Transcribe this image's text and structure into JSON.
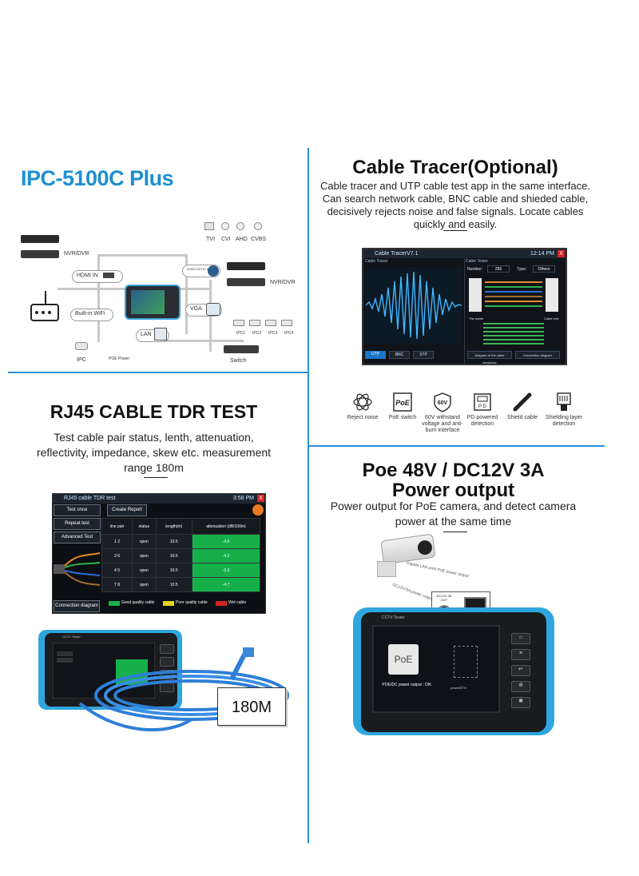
{
  "left_top": {
    "title": "IPC-5100C Plus",
    "nodes": {
      "nvr_dvr_left": "NVR/DVR",
      "hdmi_in": "HDMI IN",
      "builtin_wifi": "Built-in WiFi",
      "lan": "LAN",
      "ipc": "IPC",
      "poe_power": "POE Power",
      "switch": "Switch",
      "vga": "VGA",
      "nvr_dvr_right": "NVR/DVR",
      "analog_pill": "AHD/CVI/TVI In",
      "cam_types": [
        "TVI",
        "CVI",
        "AHD",
        "CVBS"
      ],
      "ipc_list": [
        "IPC1",
        "IPC2",
        "IPC3",
        "IPC4"
      ]
    }
  },
  "right_top": {
    "title": "Cable Tracer(Optional)",
    "desc_lines": [
      "Cable tracer and UTP cable test app in the same interface.",
      "Can search network cable, BNC cable and shieded cable,",
      "decisively rejects noise and false signals. Locate cables",
      "quickly and easily."
    ],
    "screen": {
      "title": "Cable TracerV7.1",
      "time": "12:14 PM",
      "close": "X",
      "panel_left": "Cable Tracer",
      "panel_right": "Cable Tester",
      "number_label": "Number:",
      "number_value": "255",
      "type_label": "Type:",
      "type_value": "Others",
      "the_meter": "The meter",
      "cable_end": "Cable end",
      "buttons": [
        "UTP",
        "BNC",
        "STP",
        "Diagram of the cable sequence",
        "Connection diagram"
      ]
    },
    "features": [
      {
        "icon": "reject-noise-icon",
        "label": "Reject noise"
      },
      {
        "icon": "poe-switch-icon",
        "label": "PoE switch"
      },
      {
        "icon": "60v-shield-icon",
        "label": "60V withstand voltage and anti-burn interface"
      },
      {
        "icon": "pd-powered-icon",
        "label": "PD powered detection"
      },
      {
        "icon": "shield-cable-icon",
        "label": "Shield cable"
      },
      {
        "icon": "shielding-layer-icon",
        "label": "Shielding layer detection"
      }
    ],
    "poe_badge": "PoE",
    "v60_badge": "60V",
    "pd_badge": "P D"
  },
  "left_bottom": {
    "title": "RJ45 CABLE TDR TEST",
    "desc_lines": [
      "Test cable pair status, lenth, attenuation,",
      "reflectivity, impedance, skew etc. measurement",
      "range 180m"
    ],
    "screen": {
      "title": "RJ45 cable TDR test",
      "time": "3:58 PM",
      "close": "X",
      "buttons": [
        "Test once",
        "Repeat test",
        "Advanced Test"
      ],
      "create_report": "Create Report",
      "connection_diagram": "Connection diagram",
      "headers": [
        "line pair",
        "status",
        "length(m)",
        "attenuation (dB/100m)"
      ],
      "rows": [
        {
          "pair": "1 2",
          "status": "open",
          "length": "10.5",
          "atten": "-4.6"
        },
        {
          "pair": "3 6",
          "status": "open",
          "length": "10.5",
          "atten": "-4.2"
        },
        {
          "pair": "4 5",
          "status": "open",
          "length": "10.5",
          "atten": "-3.3"
        },
        {
          "pair": "7 8",
          "status": "open",
          "length": "10.5",
          "atten": "-4.7"
        }
      ],
      "legend": [
        {
          "label": "Good quality cable",
          "color": "#16b04b"
        },
        {
          "label": "Poor quality cable",
          "color": "#e6d31c"
        },
        {
          "label": "Wet cable",
          "color": "#d42525"
        }
      ]
    },
    "cable_label": "180M",
    "device_brand": "CCTV Tester"
  },
  "right_bottom": {
    "title_line1": "Poe 48V / DC12V 3A",
    "title_line2": "Power output",
    "desc_lines": [
      "Power output for PoE camera, and detect camera",
      "power at the same time"
    ],
    "callout_upper": "Gigabit LAN port/ PoE power output",
    "callout_lower": "DC12V/3A power output",
    "port_label": "DC12V 3A OUT",
    "device_brand": "CCTV Tester",
    "screen_text": "POE/DC power output : ON",
    "poe_tile": "PoE",
    "right_label": "power/ETH"
  },
  "colors": {
    "accent_blue": "#2b8fd6",
    "title_blue": "#1e8fd0",
    "bumper_blue": "#2fa6de"
  }
}
